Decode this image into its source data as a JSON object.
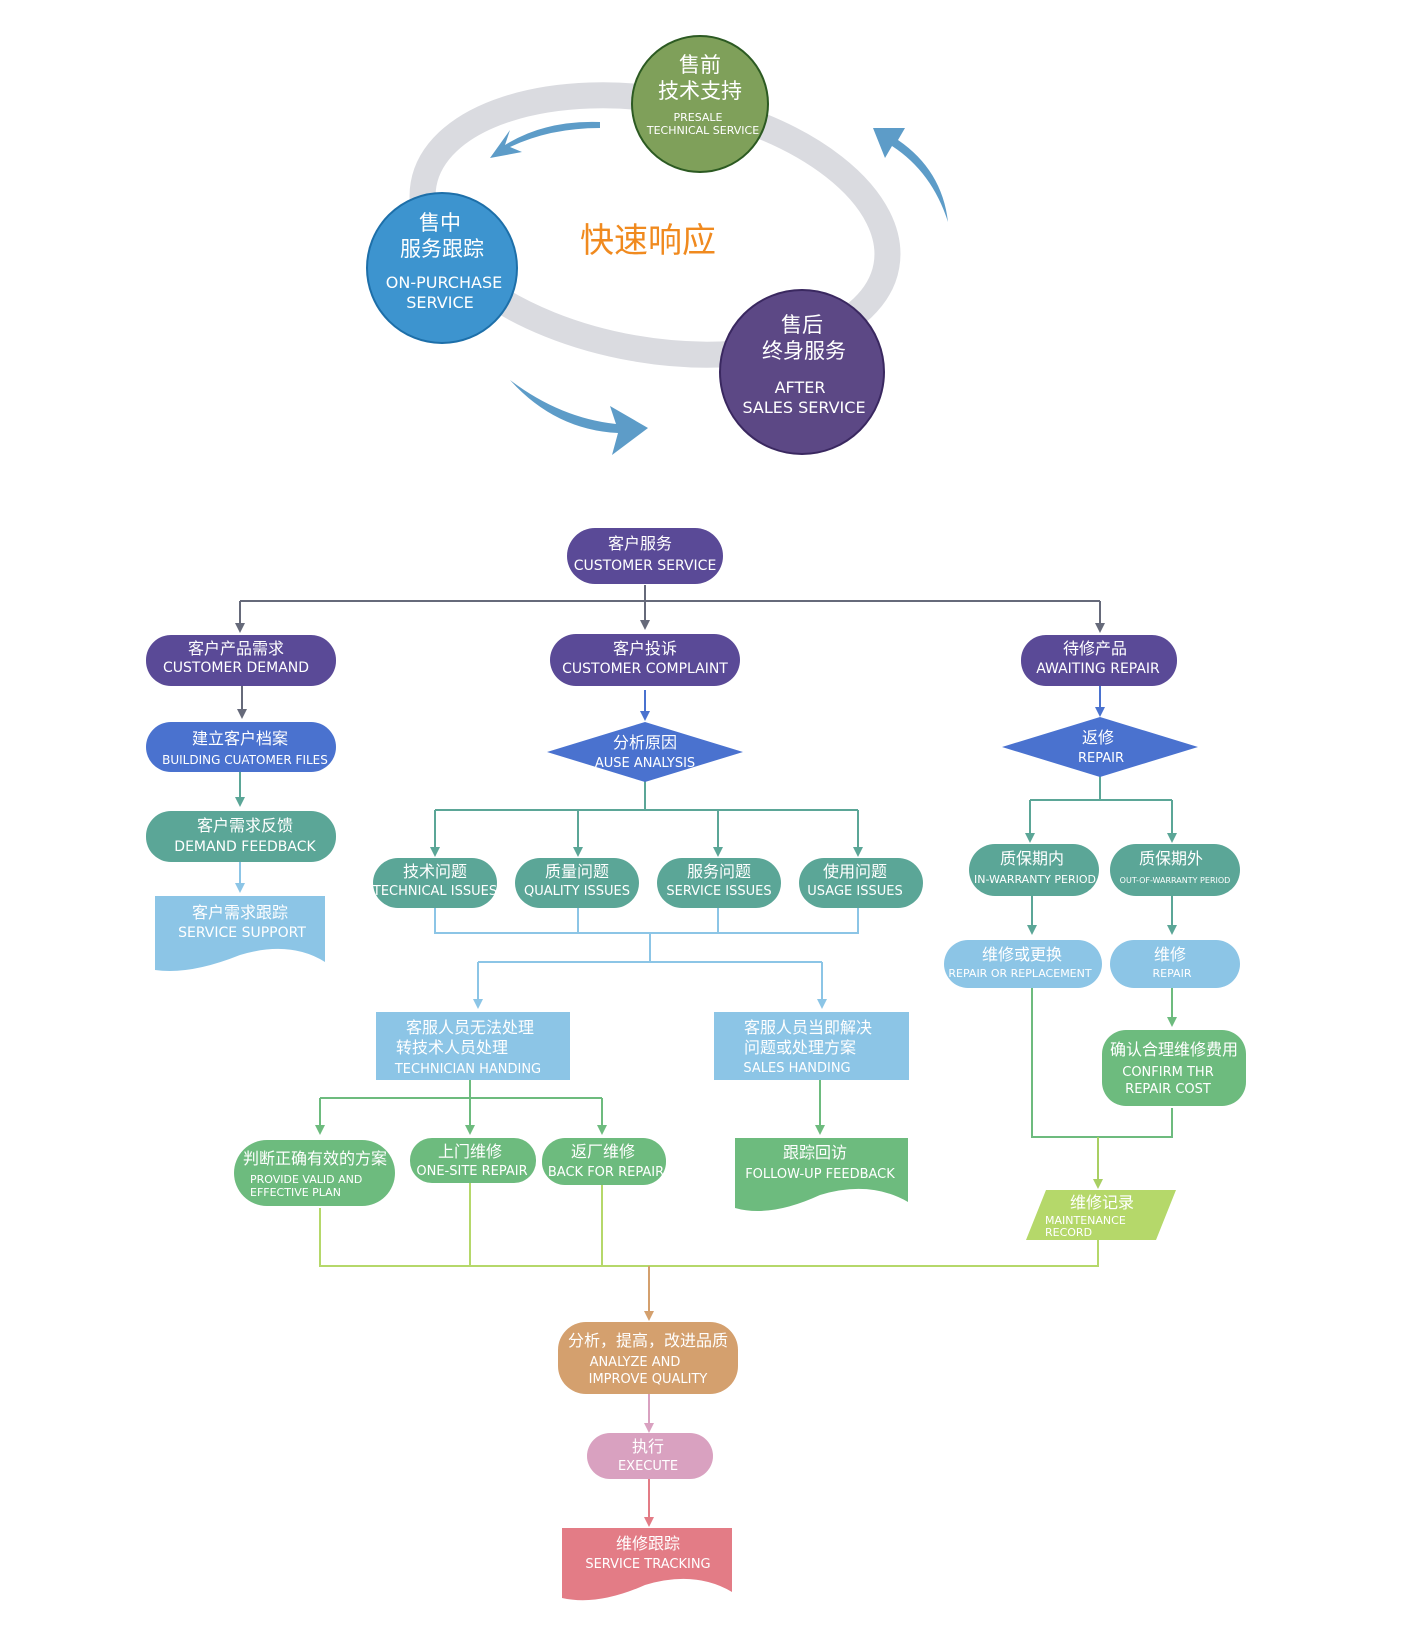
{
  "cycle": {
    "center_label": "快速响应",
    "presale": {
      "zh": [
        "售前",
        "技术支持"
      ],
      "en": [
        "PRESALE",
        "TECHNICAL SERVICE"
      ]
    },
    "on_purchase": {
      "zh": [
        "售中",
        "服务跟踪"
      ],
      "en": [
        "ON-PURCHASE",
        "SERVICE"
      ]
    },
    "after_sales": {
      "zh": [
        "售后",
        "终身服务"
      ],
      "en": [
        "AFTER",
        "SALES SERVICE"
      ]
    }
  },
  "flow": {
    "customer_service": {
      "zh": "客户服务",
      "en": "CUSTOMER SERVICE"
    },
    "customer_demand": {
      "zh": "客户产品需求",
      "en": "CUSTOMER DEMAND"
    },
    "building_files": {
      "zh": "建立客户档案",
      "en": "BUILDING CUATOMER FILES"
    },
    "demand_feedback": {
      "zh": "客户需求反馈",
      "en": "DEMAND FEEDBACK"
    },
    "service_support": {
      "zh": "客户需求跟踪",
      "en": "SERVICE SUPPORT"
    },
    "customer_complaint": {
      "zh": "客户投诉",
      "en": "CUSTOMER COMPLAINT"
    },
    "cause_analysis": {
      "zh": "分析原因",
      "en": "AUSE ANALYSIS"
    },
    "technical_issues": {
      "zh": "技术问题",
      "en": "TECHNICAL ISSUES"
    },
    "quality_issues": {
      "zh": "质量问题",
      "en": "QUALITY ISSUES"
    },
    "service_issues": {
      "zh": "服务问题",
      "en": "SERVICE ISSUES"
    },
    "usage_issues": {
      "zh": "使用问题",
      "en": "USAGE ISSUES"
    },
    "technician_handing": {
      "zh": [
        "客服人员无法处理",
        "转技术人员处理"
      ],
      "en": "TECHNICIAN HANDING"
    },
    "sales_handing": {
      "zh": [
        "客服人员当即解决",
        "问题或处理方案"
      ],
      "en": "SALES HANDING"
    },
    "valid_plan": {
      "zh": "判断正确有效的方案",
      "en": [
        "PROVIDE VALID AND",
        "EFFECTIVE PLAN"
      ]
    },
    "onsite_repair": {
      "zh": "上门维修",
      "en": "ONE-SITE REPAIR"
    },
    "back_repair": {
      "zh": "返厂维修",
      "en": "BACK FOR REPAIR"
    },
    "followup_feedback": {
      "zh": "跟踪回访",
      "en": "FOLLOW-UP FEEDBACK"
    },
    "awaiting_repair": {
      "zh": "待修产品",
      "en": "AWAITING REPAIR"
    },
    "repair": {
      "zh": "返修",
      "en": "REPAIR"
    },
    "in_warranty": {
      "zh": "质保期内",
      "en": "IN-WARRANTY PERIOD"
    },
    "out_warranty": {
      "zh": "质保期外",
      "en": "OUT-OF-WARRANTY PERIOD"
    },
    "repair_replacement": {
      "zh": "维修或更换",
      "en": "REPAIR OR REPLACEMENT"
    },
    "repair2": {
      "zh": "维修",
      "en": "REPAIR"
    },
    "confirm_cost": {
      "zh": "确认合理维修费用",
      "en": [
        "CONFIRM THR",
        "REPAIR COST"
      ]
    },
    "maintenance_record": {
      "zh": "维修记录",
      "en": [
        "MAINTENANCE",
        "RECORD"
      ]
    },
    "analyze_improve": {
      "zh": "分析，提高，改进品质",
      "en": [
        "ANALYZE AND",
        "IMPROVE QUALITY"
      ]
    },
    "execute": {
      "zh": "执行",
      "en": "EXECUTE"
    },
    "service_tracking": {
      "zh": "维修跟踪",
      "en": "SERVICE TRACKING"
    }
  },
  "colors": {
    "purple": "#5a4a97",
    "blue_node": "#4a72cf",
    "teal": "#5ba697",
    "light_blue": "#8cc5e6",
    "green": "#6dbb7e",
    "lime": "#b5d86a",
    "orange": "#d4a06e",
    "pink": "#d9a1c0",
    "red": "#e37c86",
    "center_text": "#f08a1f"
  }
}
